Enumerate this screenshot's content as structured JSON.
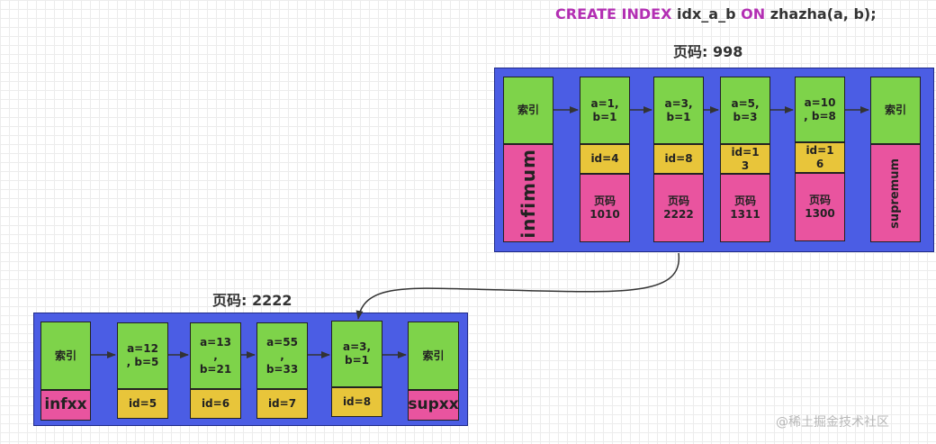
{
  "title": {
    "kw1": "CREATE INDEX",
    "name": "idx_a_b",
    "kw2": "ON",
    "target": "zhazha(a, b);"
  },
  "root_page": {
    "label": "页码: 998",
    "infimum_index": "索引",
    "infimum": "infimum",
    "records": [
      {
        "key": "a=1,\nb=1",
        "id": "id=4",
        "child": "页码\n1010"
      },
      {
        "key": "a=3,\nb=1",
        "id": "id=8",
        "child": "页码\n2222"
      },
      {
        "key": "a=5,\nb=3",
        "id": "id=1\n3",
        "child": "页码\n1311"
      },
      {
        "key": "a=10\n, b=8",
        "id": "id=1\n6",
        "child": "页码\n1300"
      }
    ],
    "supremum_index": "索引",
    "supremum": "supremum"
  },
  "leaf_page": {
    "label": "页码: 2222",
    "infimum_index": "索引",
    "infimum": "infxx",
    "records": [
      {
        "key": "a=12\n, b=5",
        "id": "id=5"
      },
      {
        "key": "a=13\n,\nb=21",
        "id": "id=6"
      },
      {
        "key": "a=55\n,\nb=33",
        "id": "id=7"
      },
      {
        "key": "a=3,\nb=1",
        "id": "id=8"
      }
    ],
    "supremum_index": "索引",
    "supremum": "supxx"
  },
  "watermark": "@稀土掘金技术社区"
}
